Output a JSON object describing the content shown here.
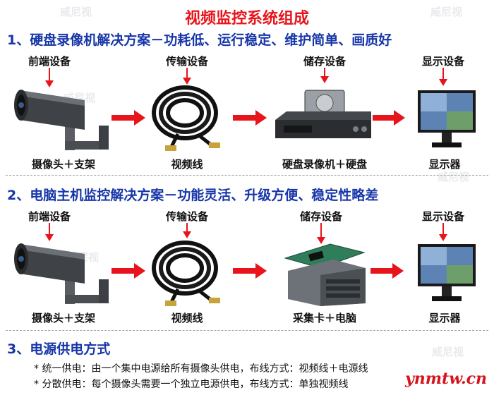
{
  "title": "视频监控系统组成",
  "sections": [
    {
      "heading": "1、硬盘录像机解决方案－功耗低、运行稳定、维护简单、画质好",
      "stages": [
        "前端设备",
        "传输设备",
        "储存设备",
        "显示设备"
      ],
      "captions": [
        "摄像头＋支架",
        "视频线",
        "硬盘录像机＋硬盘",
        "显示器"
      ]
    },
    {
      "heading": "2、电脑主机监控解决方案－功能灵活、升级方便、稳定性略差",
      "stages": [
        "前端设备",
        "传输设备",
        "储存设备",
        "显示设备"
      ],
      "captions": [
        "摄像头＋支架",
        "视频线",
        "采集卡＋电脑",
        "显示器"
      ]
    }
  ],
  "power": {
    "heading": "3、电源供电方式",
    "items": [
      "* 统一供电：由一个集中电源给所有摄像头供电，布线方式：视频线＋电源线",
      "* 分散供电：每个摄像头需要一个独立电源供电，布线方式：单独视频线"
    ]
  },
  "watermark": "威尼视",
  "site": "ynmtw.cn",
  "colors": {
    "title": "#e8141b",
    "heading": "#1736a8",
    "arrow": "#e8141b"
  }
}
